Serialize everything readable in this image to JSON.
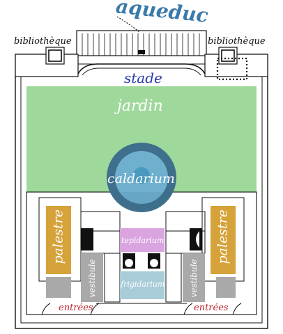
{
  "labels": {
    "aqueduct": "aqueduc",
    "library_left": "bibliothèque",
    "library_right": "bibliothèque",
    "stadium": "stade",
    "garden": "jardin",
    "caldarium": "caldarium",
    "tepidarium": "tepidarium",
    "frigidarium": "frigidarium",
    "palestra_left": "palestre",
    "palestra_right": "palestre",
    "vestibule_left": "vestibule",
    "vestibule_right": "vestibule",
    "entrances_left": "entrées",
    "entrances_right": "entrées"
  },
  "colors": {
    "aqueduct_text": "#3a7aa8",
    "stadium_text": "#2a3aa8",
    "entrances_text": "#c0202a",
    "garden_fill": "#9fd89b",
    "caldarium_outer": "#3e6f8c",
    "caldarium_inner": "#6fb0cf",
    "caldarium_core": "#4a9ac0",
    "tepidarium_fill": "#d9a4e0",
    "frigidarium_fill": "#a8ccd8",
    "palestra_fill": "#d6a23a",
    "vestibule_fill": "#a9a9a9",
    "wall": "#111111"
  }
}
